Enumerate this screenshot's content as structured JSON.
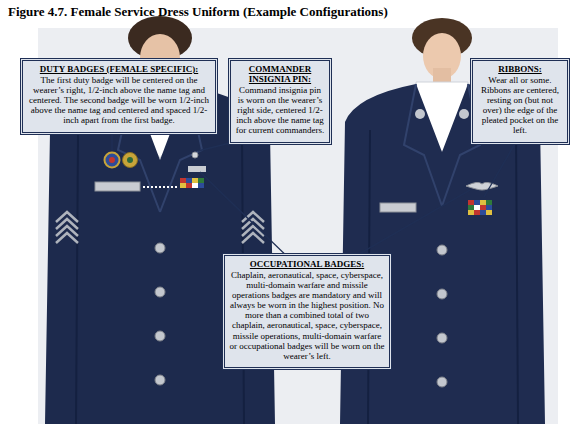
{
  "diagram": {
    "title": "Figure 4.7.  Female Service Dress Uniform (Example Configurations)",
    "nodes": [
      {
        "text": [
          "DUTY BADGES (FEMALE SPECIFIC):",
          "The first duty badge will be centered on the wearer’s right, 1/2-inch above the name tag and centered. The second badge will be worn 1/2-inch above the name tag and centered and spaced 1/2-inch apart from the first badge."
        ]
      },
      {
        "text": [
          "COMMANDER INSIGNIA PIN:",
          "Command insignia pin is worn on the wearer’s right side, centered 1/2-inch above the name tag for current commanders."
        ]
      },
      {
        "text": [
          "RIBBONS:",
          "Wear all or some. Ribbons are centered, resting on (but not over) the edge of the pleated pocket on the left."
        ]
      },
      {
        "text": [
          "OCCUPATIONAL BADGES:",
          "Chaplain, aeronautical, space, cyberspace, multi-domain warfare and missile operations badges are mandatory and will always be worn in the highest position. No more than a combined total of two chaplain, aeronautical, space, cyberspace, missile operations, multi-domain warfare or occupational badges will be worn on the wearer’s left."
        ]
      }
    ]
  }
}
